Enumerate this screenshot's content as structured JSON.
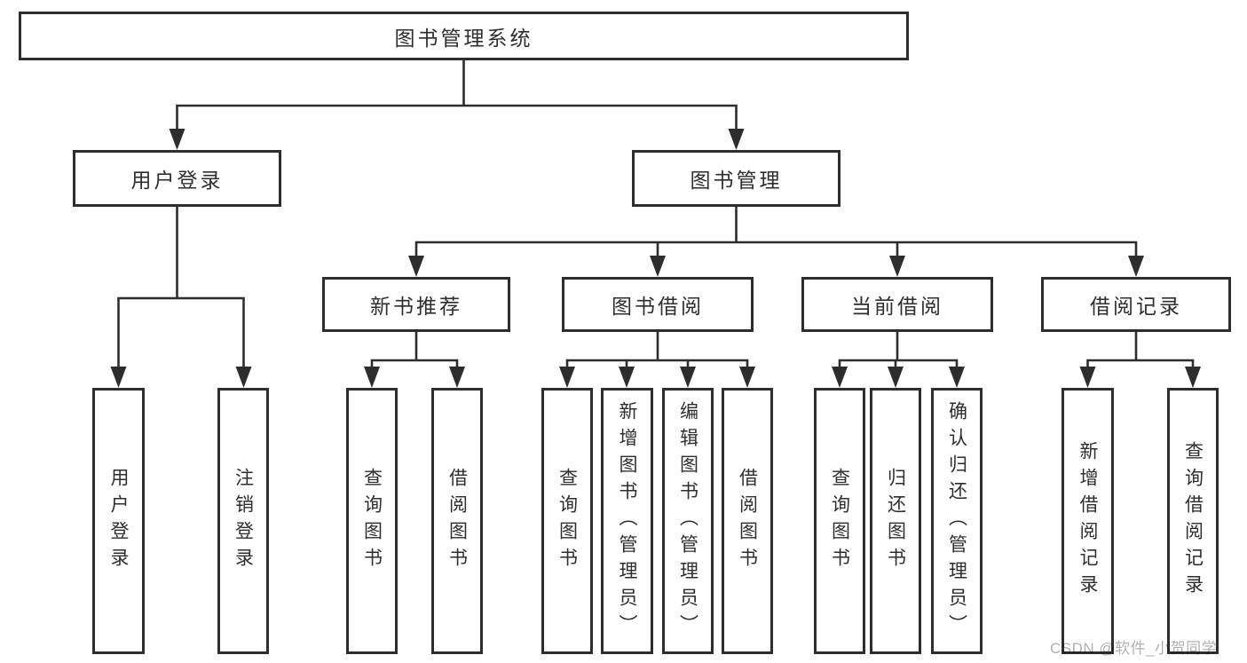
{
  "tree": {
    "root": {
      "label": "图书管理系统",
      "children": [
        {
          "label": "用户登录",
          "children": [
            {
              "label": "用户登录"
            },
            {
              "label": "注销登录"
            }
          ]
        },
        {
          "label": "图书管理",
          "children": [
            {
              "label": "新书推荐",
              "children": [
                {
                  "label": "查询图书"
                },
                {
                  "label": "借阅图书"
                }
              ]
            },
            {
              "label": "图书借阅",
              "children": [
                {
                  "label": "查询图书"
                },
                {
                  "label": "新增图书（管理员）"
                },
                {
                  "label": "编辑图书（管理员）"
                },
                {
                  "label": "借阅图书"
                }
              ]
            },
            {
              "label": "当前借阅",
              "children": [
                {
                  "label": "查询图书"
                },
                {
                  "label": "归还图书"
                },
                {
                  "label": "确认归还（管理员）"
                }
              ]
            },
            {
              "label": "借阅记录",
              "children": [
                {
                  "label": "新增借阅记录"
                },
                {
                  "label": "查询借阅记录"
                }
              ]
            }
          ]
        }
      ]
    }
  },
  "watermark": "CSDN @软件_小贺同学",
  "colors": {
    "line": "#2d2d2d",
    "box_border": "#2d2d2d",
    "text": "#2e2e2e",
    "watermark": "#b0b0b0",
    "background": "#ffffff"
  }
}
